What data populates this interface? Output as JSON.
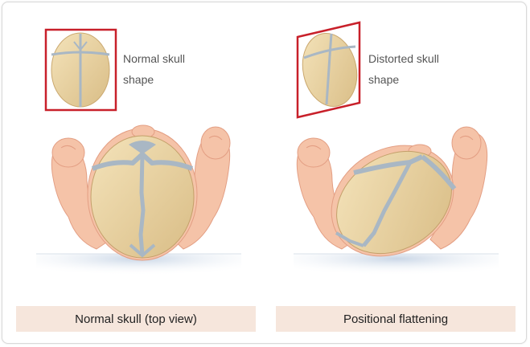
{
  "left_panel": {
    "inset_label_line1": "Normal skull",
    "inset_label_line2": "shape",
    "caption": "Normal skull (top view)"
  },
  "right_panel": {
    "inset_label_line1": "Distorted skull",
    "inset_label_line2": "shape",
    "caption": "Positional flattening"
  },
  "colors": {
    "frame_red": "#c8202a",
    "skin": "#f5c3a8",
    "skull_bone": "#ecd6a4",
    "suture": "#a9b7c4",
    "caption_bg": "#f6e6dc",
    "floor_shadow": "#dfe6ef"
  }
}
